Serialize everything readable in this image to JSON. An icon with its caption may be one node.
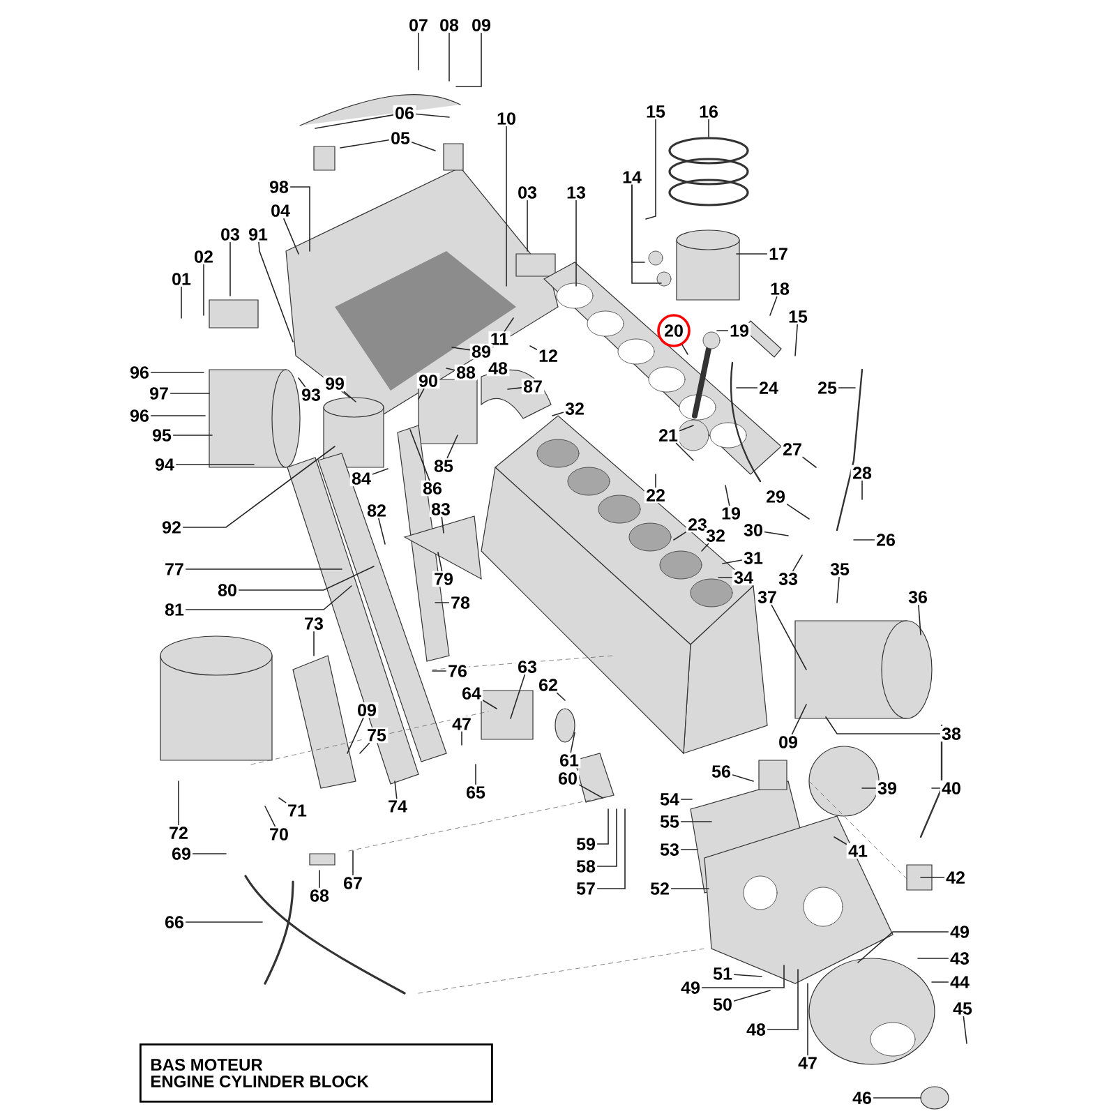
{
  "diagram": {
    "nodes": [
      {
        "text": [
          "07"
        ]
      },
      {
        "text": [
          "08"
        ]
      },
      {
        "text": [
          "09"
        ]
      },
      {
        "text": [
          "06"
        ]
      },
      {
        "text": [
          "05"
        ]
      },
      {
        "text": [
          "10"
        ]
      },
      {
        "text": [
          "03"
        ]
      },
      {
        "text": [
          "13"
        ]
      },
      {
        "text": [
          "15"
        ]
      },
      {
        "text": [
          "16"
        ]
      },
      {
        "text": [
          "14"
        ]
      },
      {
        "text": [
          "98"
        ]
      },
      {
        "text": [
          "04"
        ]
      },
      {
        "text": [
          "91"
        ]
      },
      {
        "text": [
          "03"
        ]
      },
      {
        "text": [
          "02"
        ]
      },
      {
        "text": [
          "01"
        ]
      },
      {
        "text": [
          "17"
        ]
      },
      {
        "text": [
          "18"
        ]
      },
      {
        "text": [
          "20"
        ]
      },
      {
        "text": [
          "19"
        ]
      },
      {
        "text": [
          "15"
        ]
      },
      {
        "text": [
          "24"
        ]
      },
      {
        "text": [
          "25"
        ]
      },
      {
        "text": [
          "11"
        ]
      },
      {
        "text": [
          "12"
        ]
      },
      {
        "text": [
          "89"
        ]
      },
      {
        "text": [
          "88"
        ]
      },
      {
        "text": [
          "48"
        ]
      },
      {
        "text": [
          "90"
        ]
      },
      {
        "text": [
          "99"
        ]
      },
      {
        "text": [
          "93"
        ]
      },
      {
        "text": [
          "87"
        ]
      },
      {
        "text": [
          "96"
        ]
      },
      {
        "text": [
          "97"
        ]
      },
      {
        "text": [
          "96"
        ]
      },
      {
        "text": [
          "95"
        ]
      },
      {
        "text": [
          "94"
        ]
      },
      {
        "text": [
          "32"
        ]
      },
      {
        "text": [
          "21"
        ]
      },
      {
        "text": [
          "85"
        ]
      },
      {
        "text": [
          "86"
        ]
      },
      {
        "text": [
          "84"
        ]
      },
      {
        "text": [
          "92"
        ]
      },
      {
        "text": [
          "82"
        ]
      },
      {
        "text": [
          "83"
        ]
      },
      {
        "text": [
          "27"
        ]
      },
      {
        "text": [
          "28"
        ]
      },
      {
        "text": [
          "22"
        ]
      },
      {
        "text": [
          "29"
        ]
      },
      {
        "text": [
          "19"
        ]
      },
      {
        "text": [
          "23"
        ]
      },
      {
        "text": [
          "32"
        ]
      },
      {
        "text": [
          "30"
        ]
      },
      {
        "text": [
          "26"
        ]
      },
      {
        "text": [
          "31"
        ]
      },
      {
        "text": [
          "77"
        ]
      },
      {
        "text": [
          "80"
        ]
      },
      {
        "text": [
          "79"
        ]
      },
      {
        "text": [
          "34"
        ]
      },
      {
        "text": [
          "33"
        ]
      },
      {
        "text": [
          "35"
        ]
      },
      {
        "text": [
          "81"
        ]
      },
      {
        "text": [
          "78"
        ]
      },
      {
        "text": [
          "37"
        ]
      },
      {
        "text": [
          "36"
        ]
      },
      {
        "text": [
          "73"
        ]
      },
      {
        "text": [
          "76"
        ]
      },
      {
        "text": [
          "63"
        ]
      },
      {
        "text": [
          "62"
        ]
      },
      {
        "text": [
          "64"
        ]
      },
      {
        "text": [
          "47"
        ]
      },
      {
        "text": [
          "09"
        ]
      },
      {
        "text": [
          "75"
        ]
      },
      {
        "text": [
          "09"
        ]
      },
      {
        "text": [
          "38"
        ]
      },
      {
        "text": [
          "61"
        ]
      },
      {
        "text": [
          "56"
        ]
      },
      {
        "text": [
          "60"
        ]
      },
      {
        "text": [
          "65"
        ]
      },
      {
        "text": [
          "39"
        ]
      },
      {
        "text": [
          "40"
        ]
      },
      {
        "text": [
          "72"
        ]
      },
      {
        "text": [
          "54"
        ]
      },
      {
        "text": [
          "71"
        ]
      },
      {
        "text": [
          "74"
        ]
      },
      {
        "text": [
          "55"
        ]
      },
      {
        "text": [
          "70"
        ]
      },
      {
        "text": [
          "59"
        ]
      },
      {
        "text": [
          "41"
        ]
      },
      {
        "text": [
          "53"
        ]
      },
      {
        "text": [
          "69"
        ]
      },
      {
        "text": [
          "58"
        ]
      },
      {
        "text": [
          "42"
        ]
      },
      {
        "text": [
          "68"
        ]
      },
      {
        "text": [
          "67"
        ]
      },
      {
        "text": [
          "57"
        ]
      },
      {
        "text": [
          "52"
        ]
      },
      {
        "text": [
          "66"
        ]
      },
      {
        "text": [
          "49"
        ]
      },
      {
        "text": [
          "43"
        ]
      },
      {
        "text": [
          "44"
        ]
      },
      {
        "text": [
          "51"
        ]
      },
      {
        "text": [
          "49"
        ]
      },
      {
        "text": [
          "45"
        ]
      },
      {
        "text": [
          "50"
        ]
      },
      {
        "text": [
          "48"
        ]
      },
      {
        "text": [
          "47"
        ]
      },
      {
        "text": [
          "46"
        ]
      },
      {
        "text": [
          "BAS MOTEUR",
          "ENGINE CYLINDER BLOCK"
        ]
      }
    ],
    "edges": [
      {
        "from": 0,
        "to": null,
        "arrow": "none"
      },
      {
        "from": 1,
        "to": null,
        "arrow": "none"
      },
      {
        "from": 2,
        "to": null,
        "arrow": "none"
      },
      {
        "from": 3,
        "to": null,
        "arrow": "none"
      },
      {
        "from": 3,
        "to": null,
        "arrow": "none"
      },
      {
        "from": 4,
        "to": null,
        "arrow": "none"
      },
      {
        "from": 4,
        "to": null,
        "arrow": "none"
      },
      {
        "from": 5,
        "to": null,
        "arrow": "none"
      },
      {
        "from": 6,
        "to": null,
        "arrow": "none"
      },
      {
        "from": 7,
        "to": null,
        "arrow": "none"
      },
      {
        "from": 8,
        "to": null,
        "arrow": "none"
      },
      {
        "from": 9,
        "to": null,
        "arrow": "none"
      },
      {
        "from": 10,
        "to": null,
        "arrow": "none"
      },
      {
        "from": 10,
        "to": null,
        "arrow": "none"
      },
      {
        "from": 11,
        "to": null,
        "arrow": "none"
      },
      {
        "from": 12,
        "to": null,
        "arrow": "none"
      },
      {
        "from": 13,
        "to": null,
        "arrow": "none"
      },
      {
        "from": 14,
        "to": null,
        "arrow": "none"
      },
      {
        "from": 15,
        "to": null,
        "arrow": "none"
      },
      {
        "from": 16,
        "to": null,
        "arrow": "none"
      },
      {
        "from": 17,
        "to": null,
        "arrow": "none"
      },
      {
        "from": 18,
        "to": null,
        "arrow": "none"
      },
      {
        "from": 19,
        "to": null,
        "arrow": "none"
      },
      {
        "from": 20,
        "to": null,
        "arrow": "none"
      },
      {
        "from": 21,
        "to": null,
        "arrow": "none"
      },
      {
        "from": 22,
        "to": null,
        "arrow": "none"
      },
      {
        "from": 23,
        "to": null,
        "arrow": "none"
      },
      {
        "from": 24,
        "to": null,
        "arrow": "none"
      },
      {
        "from": 25,
        "to": null,
        "arrow": "none"
      },
      {
        "from": 26,
        "to": null,
        "arrow": "none"
      },
      {
        "from": 27,
        "to": null,
        "arrow": "none"
      },
      {
        "from": 29,
        "to": null,
        "arrow": "none"
      },
      {
        "from": 30,
        "to": null,
        "arrow": "none"
      },
      {
        "from": 31,
        "to": null,
        "arrow": "none"
      },
      {
        "from": 32,
        "to": null,
        "arrow": "none"
      },
      {
        "from": 33,
        "to": null,
        "arrow": "none"
      },
      {
        "from": 34,
        "to": null,
        "arrow": "none"
      },
      {
        "from": 35,
        "to": null,
        "arrow": "none"
      },
      {
        "from": 36,
        "to": null,
        "arrow": "none"
      },
      {
        "from": 37,
        "to": null,
        "arrow": "none"
      },
      {
        "from": 38,
        "to": null,
        "arrow": "none"
      },
      {
        "from": 39,
        "to": null,
        "arrow": "none"
      },
      {
        "from": 39,
        "to": null,
        "arrow": "none"
      },
      {
        "from": 40,
        "to": null,
        "arrow": "none"
      },
      {
        "from": 41,
        "to": null,
        "arrow": "none"
      },
      {
        "from": 42,
        "to": null,
        "arrow": "none"
      },
      {
        "from": 43,
        "to": null,
        "arrow": "none"
      },
      {
        "from": 44,
        "to": null,
        "arrow": "none"
      },
      {
        "from": 45,
        "to": null,
        "arrow": "none"
      },
      {
        "from": 46,
        "to": null,
        "arrow": "none"
      },
      {
        "from": 47,
        "to": null,
        "arrow": "none"
      },
      {
        "from": 48,
        "to": null,
        "arrow": "none"
      },
      {
        "from": 49,
        "to": null,
        "arrow": "none"
      },
      {
        "from": 50,
        "to": null,
        "arrow": "none"
      },
      {
        "from": 51,
        "to": null,
        "arrow": "none"
      },
      {
        "from": 52,
        "to": null,
        "arrow": "none"
      },
      {
        "from": 53,
        "to": null,
        "arrow": "none"
      },
      {
        "from": 54,
        "to": null,
        "arrow": "none"
      },
      {
        "from": 55,
        "to": null,
        "arrow": "none"
      },
      {
        "from": 56,
        "to": null,
        "arrow": "none"
      },
      {
        "from": 57,
        "to": null,
        "arrow": "none"
      },
      {
        "from": 58,
        "to": null,
        "arrow": "none"
      },
      {
        "from": 59,
        "to": null,
        "arrow": "none"
      },
      {
        "from": 60,
        "to": null,
        "arrow": "none"
      },
      {
        "from": 61,
        "to": null,
        "arrow": "none"
      },
      {
        "from": 62,
        "to": null,
        "arrow": "none"
      },
      {
        "from": 63,
        "to": null,
        "arrow": "none"
      },
      {
        "from": 64,
        "to": null,
        "arrow": "none"
      },
      {
        "from": 65,
        "to": null,
        "arrow": "none"
      },
      {
        "from": 66,
        "to": null,
        "arrow": "none"
      },
      {
        "from": 67,
        "to": null,
        "arrow": "none"
      },
      {
        "from": 68,
        "to": null,
        "arrow": "none"
      },
      {
        "from": 69,
        "to": null,
        "arrow": "none"
      },
      {
        "from": 70,
        "to": null,
        "arrow": "none"
      },
      {
        "from": 71,
        "to": null,
        "arrow": "none"
      },
      {
        "from": 72,
        "to": null,
        "arrow": "none"
      },
      {
        "from": 73,
        "to": null,
        "arrow": "none"
      },
      {
        "from": 74,
        "to": null,
        "arrow": "none"
      },
      {
        "from": 75,
        "to": null,
        "arrow": "none"
      },
      {
        "from": 76,
        "to": null,
        "arrow": "none"
      },
      {
        "from": 77,
        "to": null,
        "arrow": "none"
      },
      {
        "from": 78,
        "to": null,
        "arrow": "none"
      },
      {
        "from": 79,
        "to": null,
        "arrow": "none"
      },
      {
        "from": 80,
        "to": null,
        "arrow": "none"
      },
      {
        "from": 81,
        "to": null,
        "arrow": "none"
      },
      {
        "from": 82,
        "to": null,
        "arrow": "none"
      },
      {
        "from": 83,
        "to": null,
        "arrow": "none"
      },
      {
        "from": 84,
        "to": null,
        "arrow": "none"
      },
      {
        "from": 85,
        "to": null,
        "arrow": "none"
      },
      {
        "from": 86,
        "to": null,
        "arrow": "none"
      },
      {
        "from": 87,
        "to": null,
        "arrow": "none"
      },
      {
        "from": 88,
        "to": null,
        "arrow": "none"
      },
      {
        "from": 89,
        "to": null,
        "arrow": "none"
      },
      {
        "from": 90,
        "to": null,
        "arrow": "none"
      },
      {
        "from": 91,
        "to": null,
        "arrow": "none"
      },
      {
        "from": 92,
        "to": null,
        "arrow": "none"
      },
      {
        "from": 93,
        "to": null,
        "arrow": "none"
      },
      {
        "from": 94,
        "to": null,
        "arrow": "none"
      },
      {
        "from": 95,
        "to": null,
        "arrow": "none"
      },
      {
        "from": 96,
        "to": null,
        "arrow": "none"
      },
      {
        "from": 97,
        "to": null,
        "arrow": "none"
      },
      {
        "from": 98,
        "to": null,
        "arrow": "none"
      },
      {
        "from": 99,
        "to": null,
        "arrow": "none"
      },
      {
        "from": 100,
        "to": null,
        "arrow": "none"
      },
      {
        "from": 101,
        "to": null,
        "arrow": "none"
      },
      {
        "from": 102,
        "to": null,
        "arrow": "none"
      },
      {
        "from": 103,
        "to": null,
        "arrow": "none"
      },
      {
        "from": 104,
        "to": null,
        "arrow": "none"
      },
      {
        "from": 105,
        "to": null,
        "arrow": "none"
      },
      {
        "from": 106,
        "to": null,
        "arrow": "none"
      },
      {
        "from": 107,
        "to": null,
        "arrow": "none"
      },
      {
        "from": 108,
        "to": null,
        "arrow": "none"
      }
    ]
  }
}
